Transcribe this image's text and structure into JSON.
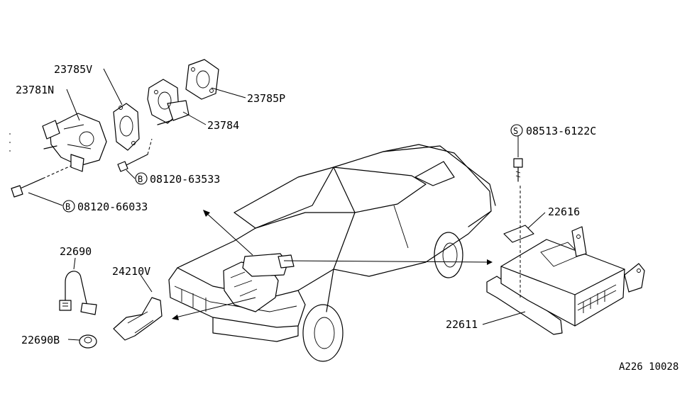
{
  "callouts": {
    "p23785V": "23785V",
    "p23781N": "23781N",
    "p23785P": "23785P",
    "p23784": "23784",
    "bolt1": "08120-63533",
    "bolt2": "08120-66033",
    "p22690": "22690",
    "p24210V": "24210V",
    "p22690B": "22690B",
    "screw": "08513-6122C",
    "p22616": "22616",
    "p22611": "22611"
  },
  "symbols": {
    "bolt": "B",
    "screw": "S"
  },
  "diagram_code": "A226 10028"
}
